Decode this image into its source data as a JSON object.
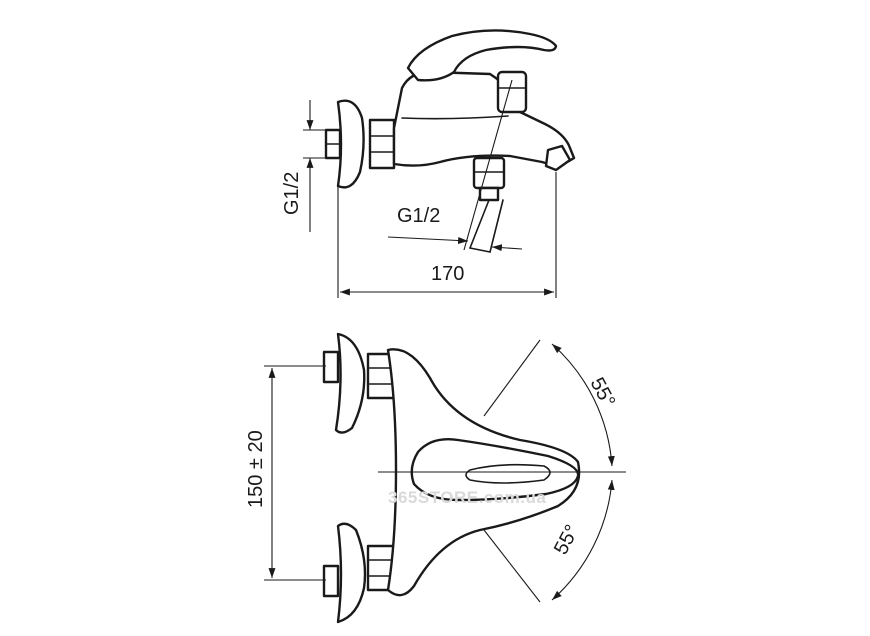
{
  "labels": {
    "thread_side": "G1/2",
    "thread_bottom": "G1/2",
    "length": "170",
    "spacing": "150 ± 20",
    "angle_top": "55°",
    "angle_bottom": "55°"
  },
  "watermark": "365STORE.com.ua",
  "colors": {
    "line": "#1a1a1a",
    "background": "#ffffff",
    "watermark": "#d9d9d9"
  }
}
